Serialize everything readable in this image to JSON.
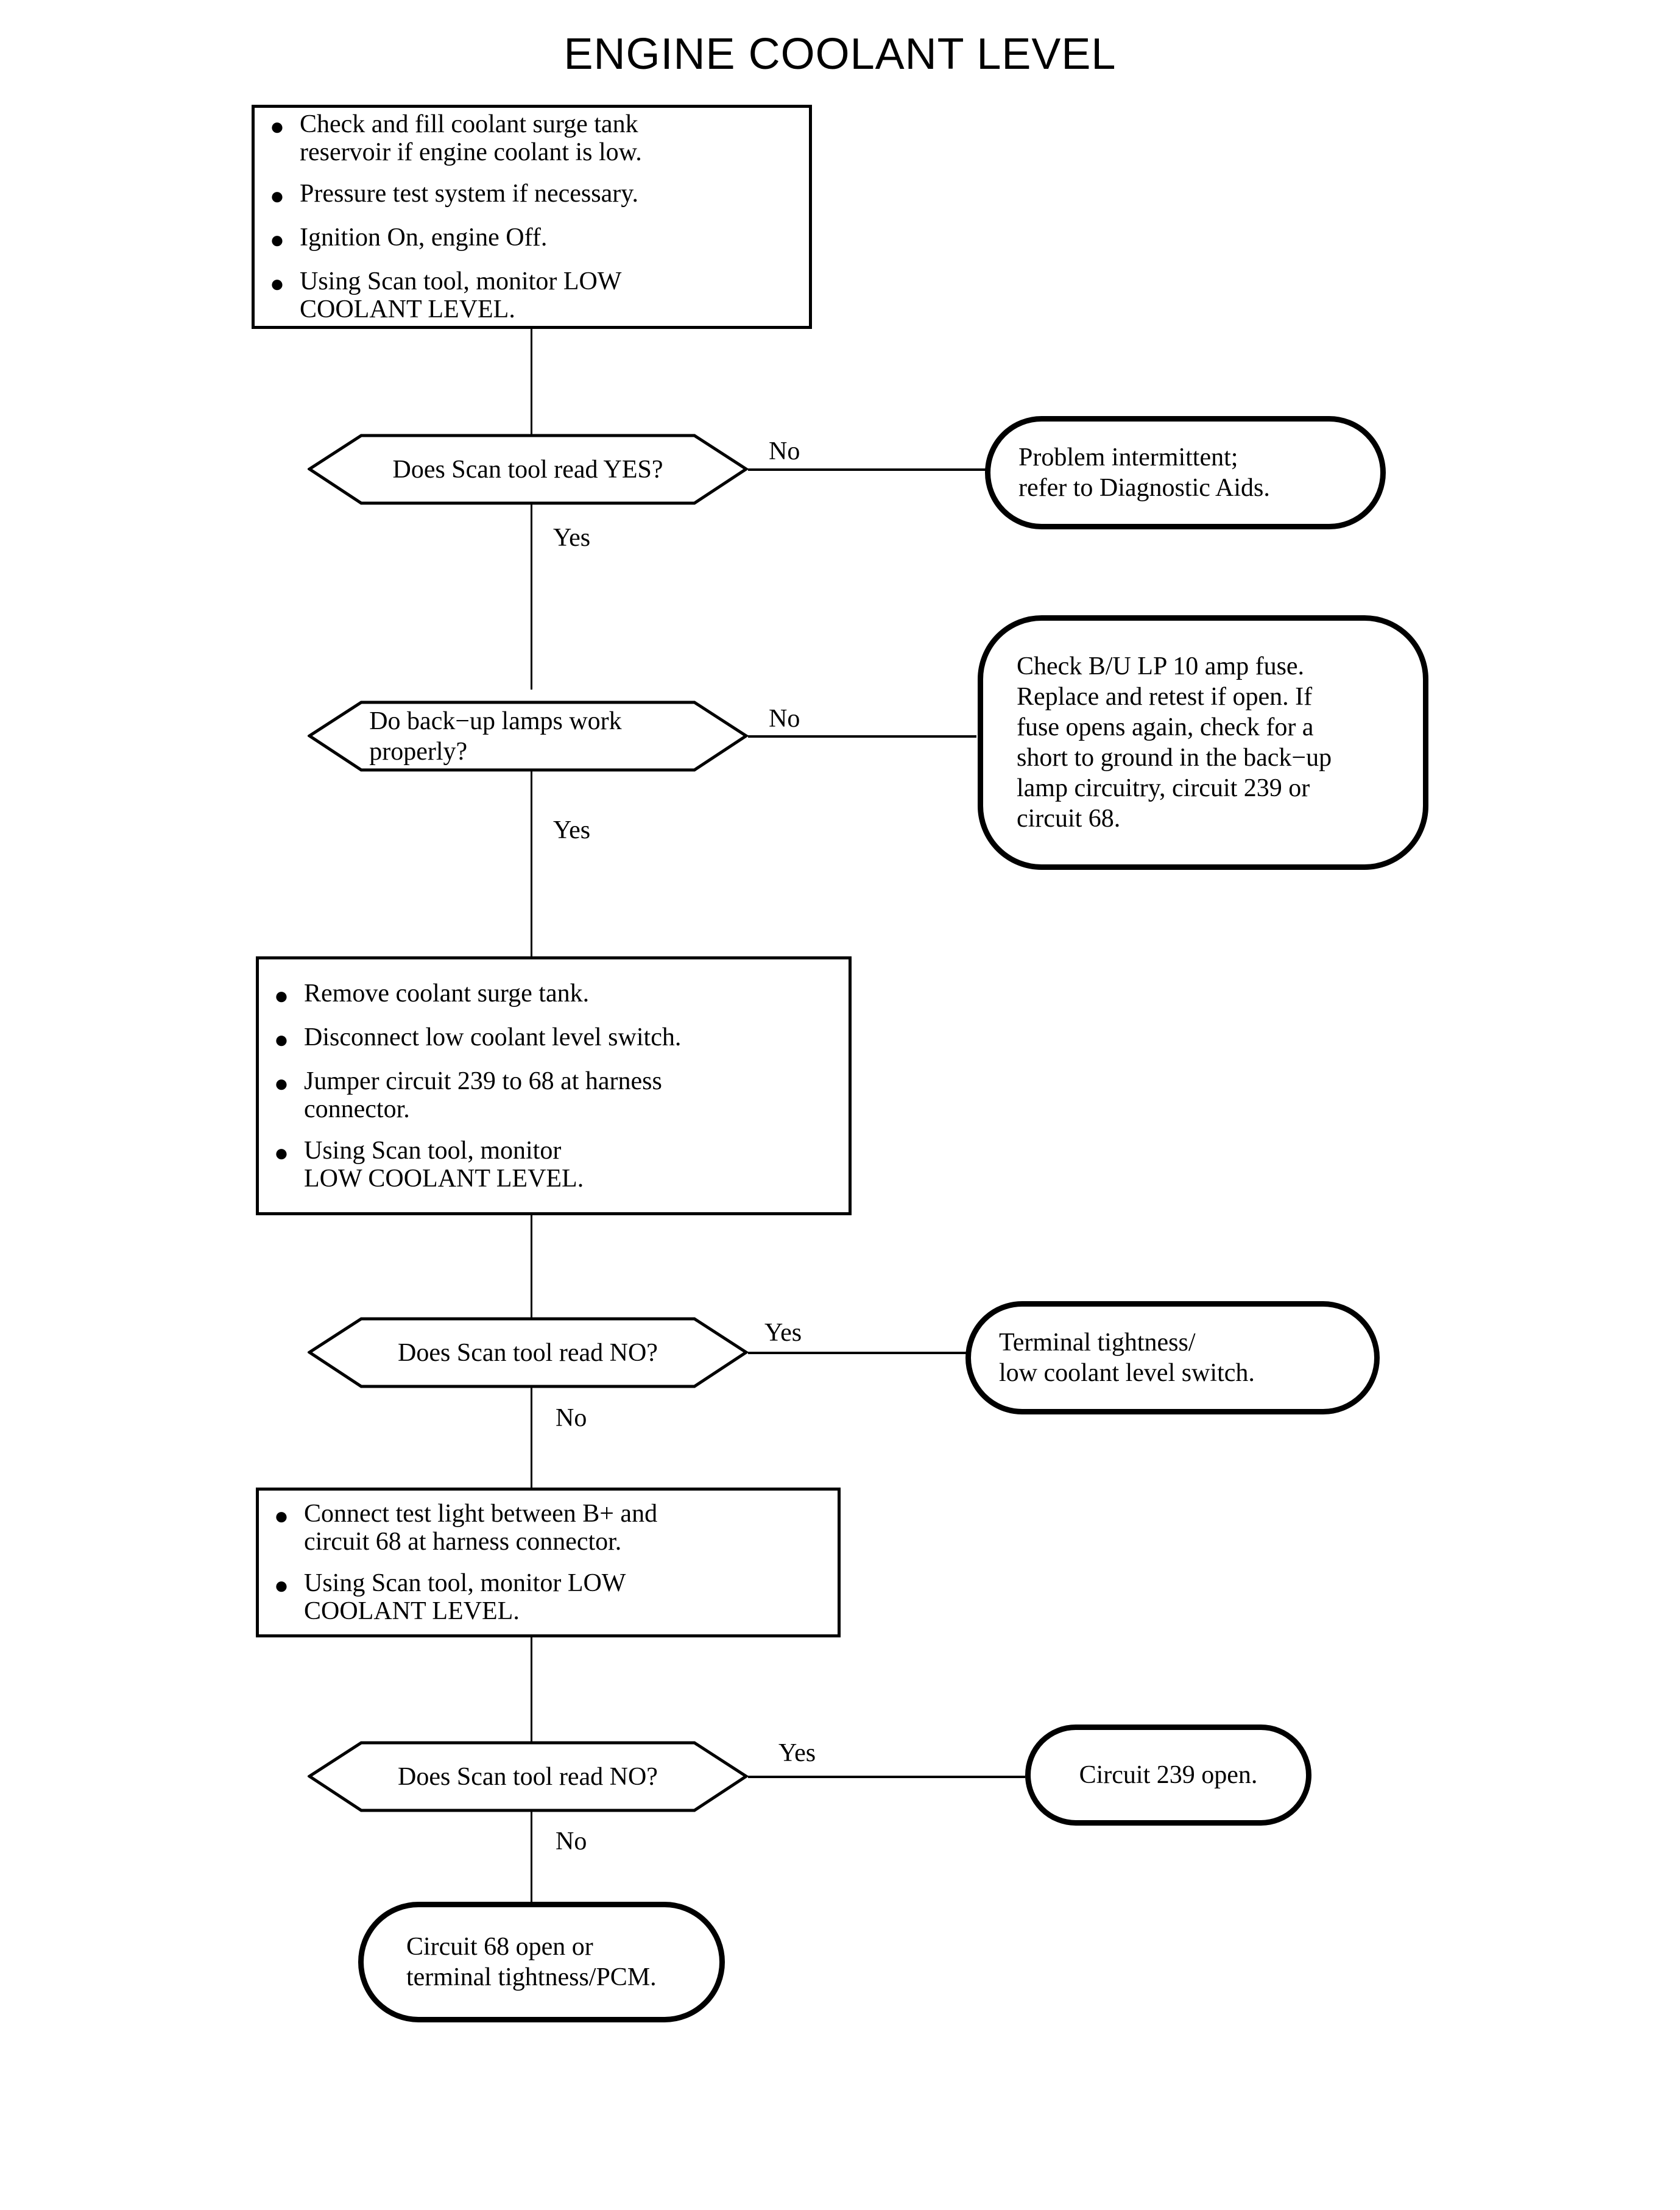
{
  "title": "ENGINE COOLANT LEVEL",
  "nodes": {
    "step1": {
      "type": "process",
      "bullets": [
        "Check and fill coolant surge tank\nreservoir if engine coolant is low.",
        "Pressure test system if necessary.",
        "Ignition On, engine Off.",
        "Using Scan tool, monitor LOW\nCOOLANT LEVEL."
      ]
    },
    "decision1": {
      "type": "decision",
      "text": "Does Scan tool read YES?",
      "yes_label": "Yes",
      "no_label": "No"
    },
    "result1": {
      "type": "terminator",
      "text": "Problem intermittent;\nrefer to Diagnostic Aids."
    },
    "decision2": {
      "type": "decision",
      "text": "Do back−up lamps work\nproperly?",
      "yes_label": "Yes",
      "no_label": "No"
    },
    "result2": {
      "type": "terminator",
      "text": "Check B/U LP 10 amp fuse.\nReplace and retest if open. If\nfuse opens again, check for a\nshort to ground in the back−up\nlamp circuitry, circuit 239 or\ncircuit 68."
    },
    "step2": {
      "type": "process",
      "bullets": [
        "Remove coolant surge tank.",
        "Disconnect low coolant level switch.",
        "Jumper circuit 239 to 68 at harness\nconnector.",
        "Using Scan tool, monitor\nLOW COOLANT LEVEL."
      ]
    },
    "decision3": {
      "type": "decision",
      "text": "Does Scan tool read NO?",
      "yes_label": "Yes",
      "no_label": "No"
    },
    "result3": {
      "type": "terminator",
      "text": "Terminal tightness/\nlow coolant level switch."
    },
    "step3": {
      "type": "process",
      "bullets": [
        "Connect test light between B+ and\ncircuit 68 at harness connector.",
        "Using Scan tool, monitor LOW\nCOOLANT LEVEL."
      ]
    },
    "decision4": {
      "type": "decision",
      "text": "Does Scan tool read NO?",
      "yes_label": "Yes",
      "no_label": "No"
    },
    "result4": {
      "type": "terminator",
      "text": "Circuit 239 open."
    },
    "result5": {
      "type": "terminator",
      "text": "Circuit 68 open or\nterminal tightness/PCM."
    }
  },
  "colors": {
    "line": "#000000",
    "background": "#ffffff",
    "text": "#000000"
  },
  "bullet_glyph": "●"
}
